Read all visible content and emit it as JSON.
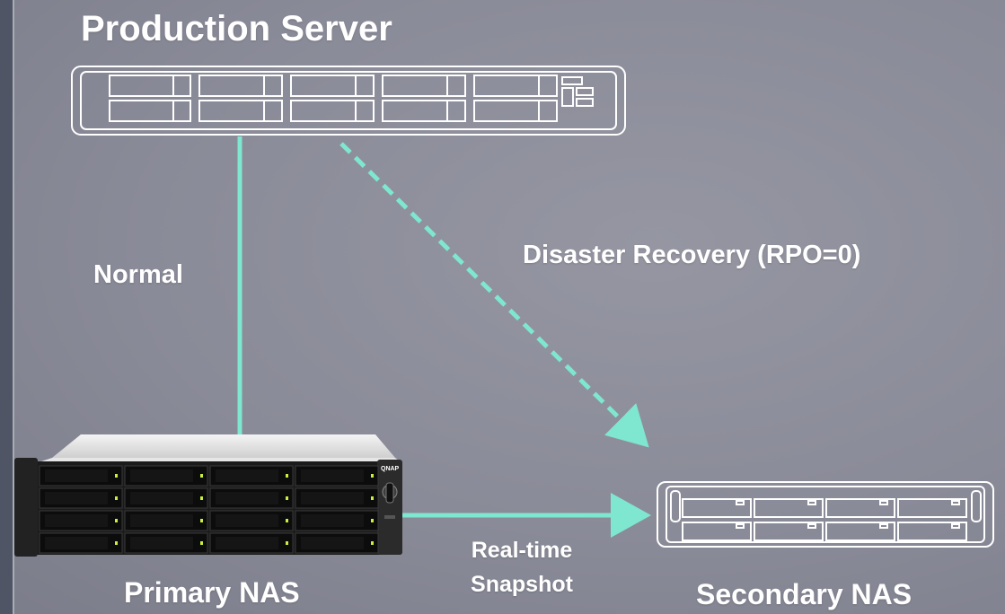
{
  "labels": {
    "production_server": "Production Server",
    "normal": "Normal",
    "disaster_recovery": "Disaster Recovery (RPO=0)",
    "snapshot_line1": "Real-time",
    "snapshot_line2": "Snapshot",
    "primary_nas": "Primary NAS",
    "secondary_nas": "Secondary NAS",
    "nas_brand": "QNAP"
  },
  "colors": {
    "background": "#8a8b98",
    "connector": "#7fe6cf",
    "outline": "#ffffff"
  },
  "connections": [
    {
      "from": "Production Server",
      "to": "Primary NAS",
      "style": "solid",
      "label": "Normal"
    },
    {
      "from": "Production Server",
      "to": "Secondary NAS",
      "style": "dashed",
      "label": "Disaster Recovery (RPO=0)"
    },
    {
      "from": "Primary NAS",
      "to": "Secondary NAS",
      "style": "solid-arrow",
      "label": "Real-time Snapshot"
    }
  ]
}
